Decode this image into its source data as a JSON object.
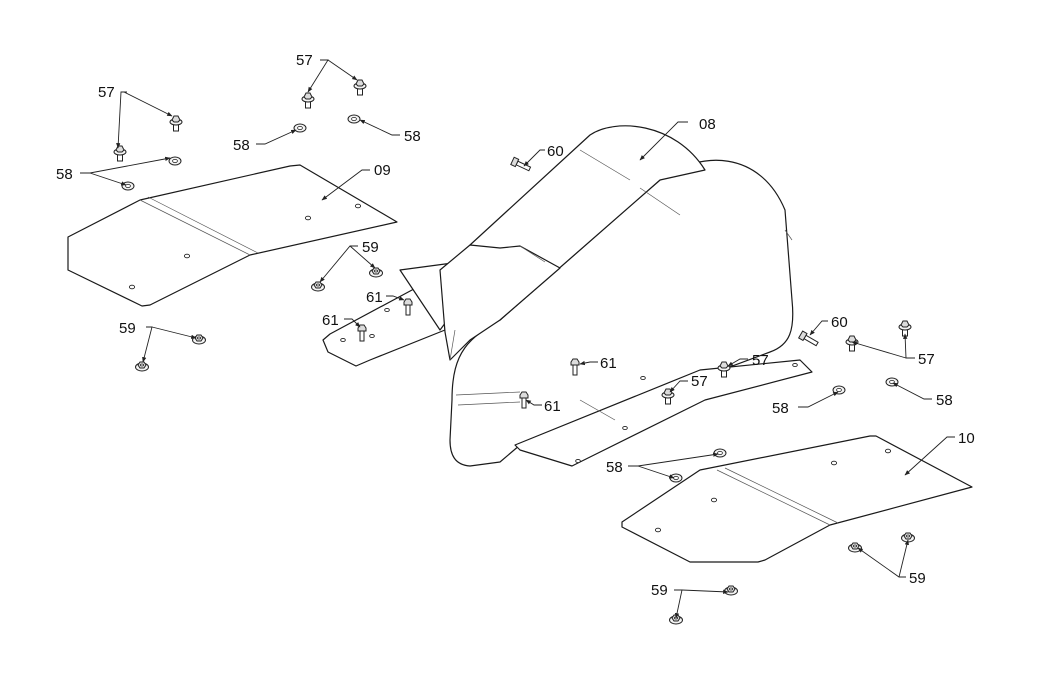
{
  "diagram": {
    "labels": {
      "l08": "08",
      "l09": "09",
      "l10": "10",
      "l57a": "57",
      "l57b": "57",
      "l57c": "57",
      "l57d": "57",
      "l57e": "57",
      "l58a": "58",
      "l58b": "58",
      "l58c": "58",
      "l58d": "58",
      "l58e": "58",
      "l58f": "58",
      "l59a": "59",
      "l59b": "59",
      "l59c": "59",
      "l59d": "59",
      "l60a": "60",
      "l60b": "60",
      "l61a": "61",
      "l61b": "61",
      "l61c": "61",
      "l61d": "61"
    }
  }
}
